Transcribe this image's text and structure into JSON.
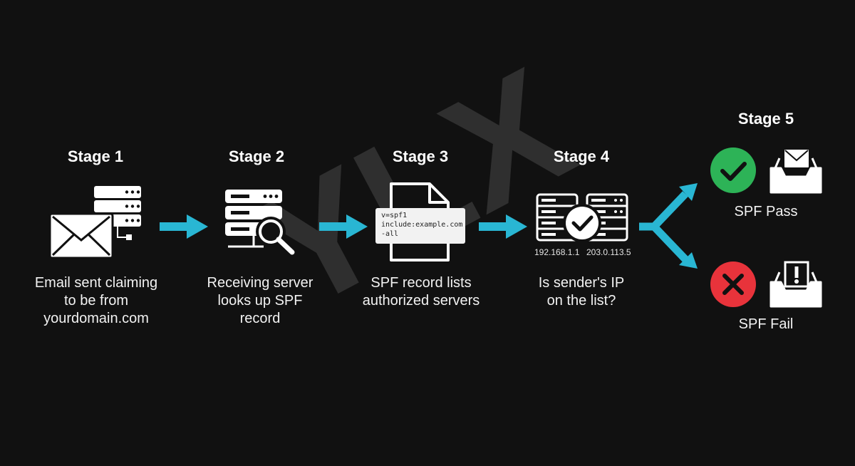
{
  "watermark_text": "YLX",
  "stages": [
    {
      "title": "Stage 1",
      "caption": [
        "Email sent claiming",
        "to be from",
        "yourdomain.com"
      ]
    },
    {
      "title": "Stage 2",
      "caption": [
        "Receiving server",
        "looks up SPF",
        "record"
      ]
    },
    {
      "title": "Stage 3",
      "caption": [
        "SPF record lists",
        "authorized servers"
      ]
    },
    {
      "title": "Stage 4",
      "caption": [
        "Is sender's IP",
        "on the list?"
      ]
    },
    {
      "title": "Stage 5"
    }
  ],
  "spf_record": [
    "v=spf1",
    "include:example.com",
    "-all"
  ],
  "ips": [
    "192.168.1.1",
    "203.0.113.5"
  ],
  "results": {
    "pass": {
      "label": "SPF Pass",
      "color": "#2db357"
    },
    "fail": {
      "label": "SPF Fail",
      "color": "#e8333b"
    }
  },
  "colors": {
    "arrow": "#29b6d3",
    "background": "#111111",
    "icon": "#ffffff"
  },
  "icons": [
    "envelope-icon",
    "server-stack-icon",
    "server-search-icon",
    "document-icon",
    "server-check-icon",
    "check-circle-icon",
    "inbox-mail-icon",
    "x-circle-icon",
    "inbox-alert-icon"
  ]
}
